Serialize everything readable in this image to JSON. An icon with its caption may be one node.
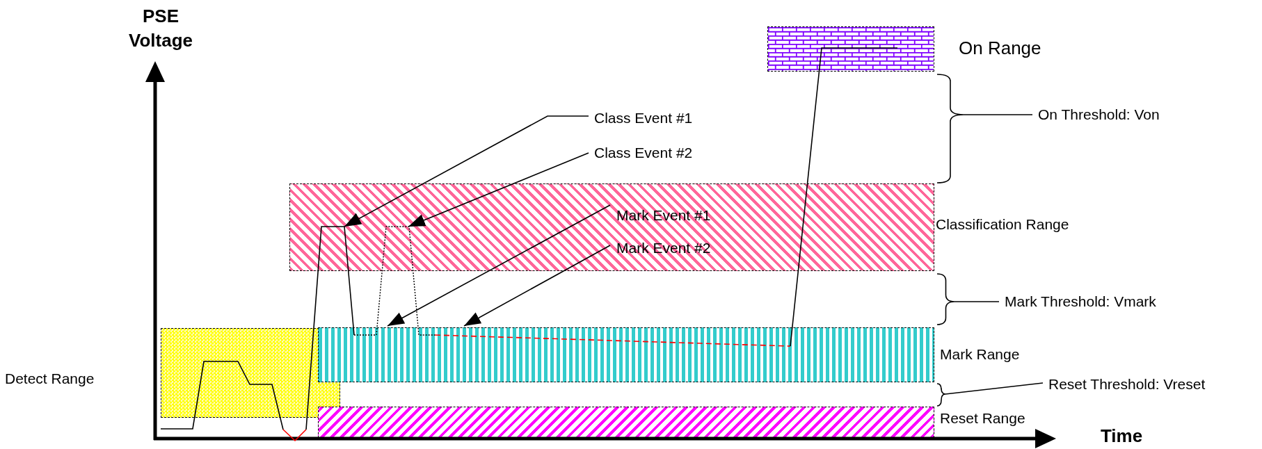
{
  "diagram": {
    "nodes": [
      {
        "text": [
          "On Range"
        ]
      },
      {
        "text": [
          "Class Event #1"
        ]
      },
      {
        "text": [],
        "shape": "brace"
      },
      {
        "text": [
          "On Threshold: Von"
        ]
      },
      {
        "text": [
          "Class Event #2"
        ]
      },
      {
        "text": [
          "Classification Range"
        ]
      },
      {
        "text": [
          "Mark Event #1"
        ],
        "in": 5
      },
      {
        "text": [
          "Mark Event #2"
        ],
        "in": 5
      },
      {
        "text": [],
        "shape": "brace"
      },
      {
        "text": [
          "Mark Threshold: Vmark"
        ]
      },
      {
        "text": [
          "Mark Range"
        ]
      },
      {
        "text": [
          "Detect Range"
        ]
      },
      {
        "text": [],
        "shape": "brace"
      },
      {
        "text": [
          "Reset Threshold: Vreset"
        ]
      },
      {
        "text": [
          "Reset Range"
        ]
      }
    ],
    "edges": [
      {
        "from": 1,
        "to": 5,
        "arrow": "to"
      },
      {
        "from": 3,
        "to": 2,
        "arrow": "none"
      },
      {
        "from": 4,
        "to": 5,
        "arrow": "to"
      },
      {
        "from": 6,
        "to": 10,
        "arrow": "to"
      },
      {
        "from": 7,
        "to": 10,
        "arrow": "to"
      },
      {
        "from": 9,
        "to": 8,
        "arrow": "none"
      },
      {
        "from": 13,
        "to": 12,
        "arrow": "none"
      }
    ],
    "labels": [
      "PSE Voltage",
      "Time"
    ]
  }
}
